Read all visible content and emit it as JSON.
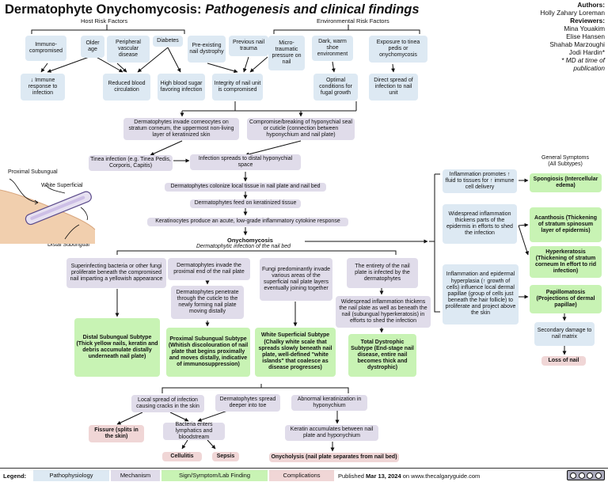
{
  "title": {
    "main": "Dermatophyte Onychomycosis:",
    "sub": " Pathogenesis and clinical findings"
  },
  "authors": {
    "authors_label": "Authors:",
    "author": "Holly Zahary Loreman",
    "reviewers_label": "Reviewers:",
    "reviewers": [
      "Mina Youakim",
      "Elise Hansen",
      "Shahab Marzoughi",
      "Jodi Hardin*"
    ],
    "note": [
      "* MD at time of",
      "publication"
    ]
  },
  "headers": {
    "host": "Host Risk Factors",
    "env": "Environmental Risk Factors",
    "general": [
      "General Symptoms",
      "(All Subtypes)"
    ]
  },
  "nodes": {
    "immuno": "Immuno-compromised",
    "older": "Older age",
    "pvd": "Peripheral vascular disease",
    "diabetes": "Diabetes",
    "preexisting": "Pre-existing nail dystrophy",
    "trauma": "Previous nail trauma",
    "micro": "Micro-traumatic pressure on nail",
    "shoe": "Dark, warm shoe environment",
    "exposure": "Exposure to tinea pedis or onychomycosis",
    "immune": "↓ Immune response to infection",
    "blood": "Reduced blood circulation",
    "sugar": "High blood sugar favoring infection",
    "integrity": "Integrity of nail unit is compromised",
    "optimal": "Optimal conditions for fugal growth",
    "direct": "Direct spread of infection to nail unit",
    "invade": "Dermatophytes invade corneocytes on stratum corneum, the uppermost non-living layer of keratinized skin",
    "breach": "Compromise/breaking of hyponychial seal or cuticle (connection between hyponychium and nail plate)",
    "tinea": "Tinea infection (e.g. Tinea Pedis, Corporis, Capitis)",
    "spread": "Infection spreads to distal hyponychial space",
    "colonize": "Dermatophytes colonize local tissue in nail plate and nail bed",
    "feed": "Dermatophytes feed on keratinized tissue",
    "cytokine": "Keratinocytes produce an acute, low-grade inflammatory cytokine response",
    "ony_title": "Onychomycosis",
    "ony_sub": "Dermatophytic infection of the nail bed",
    "superinf": "Superinfecting bacteria or other fungi proliferate beneath the compromised nail imparting a yellowish appearance",
    "proximal_invade": "Dermatophytes invade the proximal end of the nail plate",
    "penetrate": "Dermatophytes penetrate through the cuticle to the newly forming nail plate moving distally",
    "fungi_invade": "Fungi predominantly invade various areas of the superficial nail plate layers eventually  joining together",
    "entirety": "The entirety of the nail plate is infected by the dermatophytes",
    "widespread_infl": "Widespread inflammation thickens the nail plate as well as beneath the nail (subungual hyperkeratosis) in efforts to shed the infection",
    "dso": "Distal Subungual Subtype (Thick yellow nails, keratin and debris accumulate distally underneath nail plate)",
    "pso": "Proximal Subungual Subtype (Whitish discolouration of nail plate that begins proximally and moves distally, indicative of immunosuppression)",
    "wso": "White Superficial Subtype (Chalky white scale that spreads slowly beneath nail plate, well-defined \"white islands\" that coalesce as disease progresses)",
    "tdo": "Total Dystrophic Subtype (End-stage nail disease, entire nail becomes thick and dystrophic)",
    "local_spread": "Local spread of infection causing cracks in the skin",
    "deeper": "Dermatophytes spread deeper into toe",
    "abnormal": "Abnormal keratinization in hyponychium",
    "fissure": "Fissure (splits in the skin)",
    "lymphatics": "Bacteria enters lymphatics and bloodstream",
    "keratin_acc": "Keratin accumulates between nail plate and hyponychium",
    "cellulitis": "Cellulitis",
    "sepsis": "Sepsis",
    "onycholysis": "Onycholysis (nail plate separates from nail bed)",
    "infl_promotes": "Inflammation promotes ↑ fluid to tissues for ↑ immune cell delivery",
    "widespread_thick": "Widespread inflammation thickens parts of the epidermis in efforts to shed the infection",
    "hyperplasia": "Inflammation and epidermal hyperplasia (↑ growth of cells) influence local dermal papillae (group of cells just beneath the hair follicle) to proliferate and project above the skin",
    "spongiosis": "Spongiosis (Intercellular edema)",
    "acanthosis": "Acanthosis (Thickening of stratum spinosum layer of epidermis)",
    "hyperkeratosis": "Hyperkeratosis (Thickening of stratum corneum In effort to rid infection)",
    "papillomatosis": "Papillomatosis (Projections of dermal papillae)",
    "secondary": "Secondary damage to nail matrix",
    "loss": "Loss of nail"
  },
  "illustration_labels": {
    "proximal": "Proximal Subungual",
    "white": "White Superficial",
    "distal": "Distal Subungual"
  },
  "legend": {
    "label": "Legend:",
    "items": [
      "Pathophysiology",
      "Mechanism",
      "Sign/Symptom/Lab Finding",
      "Complications"
    ],
    "published_prefix": "Published ",
    "published_date": "Mar 13, 2024",
    "published_suffix": " on www.thecalgaryguide.com",
    "license": "cc by nc nd"
  },
  "colors": {
    "pathophysiology": "#dde9f3",
    "mechanism": "#e0dcea",
    "sign": "#c8f3b4",
    "complication": "#f0d6d6"
  }
}
